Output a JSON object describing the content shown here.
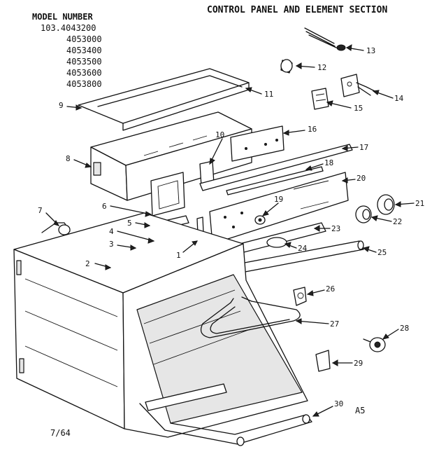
{
  "header": {
    "title": "CONTROL PANEL AND ELEMENT SECTION",
    "model_heading": "MODEL NUMBER",
    "models": [
      "103.4043200",
      "4053000",
      "4053400",
      "4053500",
      "4053600",
      "4053800"
    ]
  },
  "footer": {
    "date_code": "7/64",
    "page_code": "A5"
  },
  "callouts": [
    {
      "id": "callout-1",
      "label": "1"
    },
    {
      "id": "callout-2",
      "label": "2"
    },
    {
      "id": "callout-3",
      "label": "3"
    },
    {
      "id": "callout-4",
      "label": "4"
    },
    {
      "id": "callout-5",
      "label": "5"
    },
    {
      "id": "callout-6",
      "label": "6"
    },
    {
      "id": "callout-7",
      "label": "7"
    },
    {
      "id": "callout-8",
      "label": "8"
    },
    {
      "id": "callout-9",
      "label": "9"
    },
    {
      "id": "callout-10",
      "label": "10"
    },
    {
      "id": "callout-11",
      "label": "11"
    },
    {
      "id": "callout-12",
      "label": "12"
    },
    {
      "id": "callout-13",
      "label": "13"
    },
    {
      "id": "callout-14",
      "label": "14"
    },
    {
      "id": "callout-15",
      "label": "15"
    },
    {
      "id": "callout-16",
      "label": "16"
    },
    {
      "id": "callout-17",
      "label": "17"
    },
    {
      "id": "callout-18",
      "label": "18"
    },
    {
      "id": "callout-19",
      "label": "19"
    },
    {
      "id": "callout-20",
      "label": "20"
    },
    {
      "id": "callout-21",
      "label": "21"
    },
    {
      "id": "callout-22",
      "label": "22"
    },
    {
      "id": "callout-23",
      "label": "23"
    },
    {
      "id": "callout-24",
      "label": "24"
    },
    {
      "id": "callout-25",
      "label": "25"
    },
    {
      "id": "callout-26",
      "label": "26"
    },
    {
      "id": "callout-27",
      "label": "27"
    },
    {
      "id": "callout-28",
      "label": "28"
    },
    {
      "id": "callout-29",
      "label": "29"
    },
    {
      "id": "callout-30",
      "label": "30"
    }
  ]
}
